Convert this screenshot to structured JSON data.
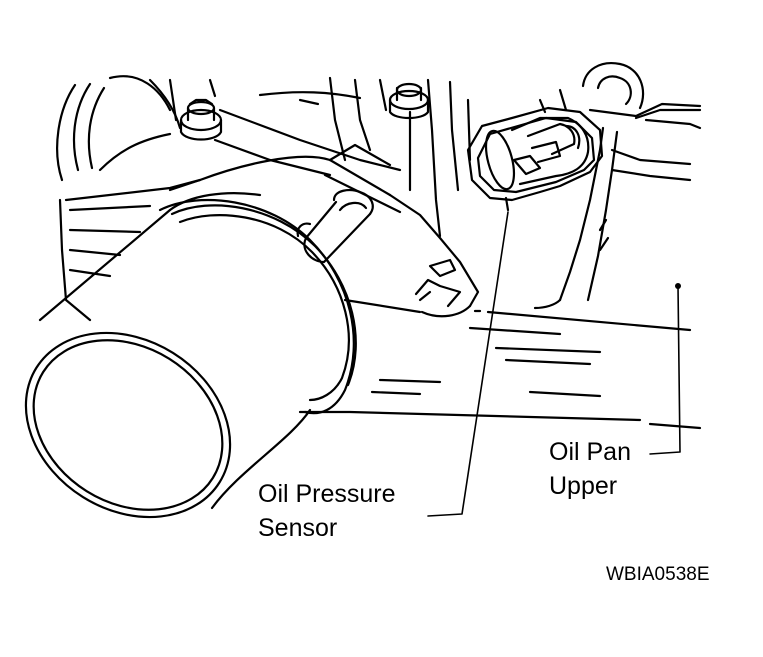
{
  "callouts": {
    "oil_pressure_sensor": {
      "line1": "Oil Pressure",
      "line2": "Sensor"
    },
    "oil_pan_upper": {
      "line1": "Oil Pan",
      "line2": "Upper"
    }
  },
  "figure_code": "WBIA0538E",
  "colors": {
    "ink": "#000000",
    "paper": "#ffffff"
  }
}
